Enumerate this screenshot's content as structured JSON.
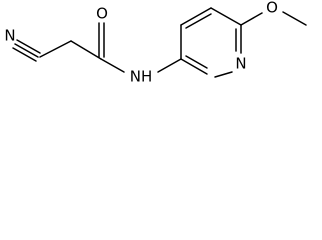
{
  "atoms": {
    "nitrile_n": "N",
    "carbonyl_o": "O",
    "amide_nh": "NH",
    "pyridine_n": "N",
    "methoxy_o": "O"
  }
}
